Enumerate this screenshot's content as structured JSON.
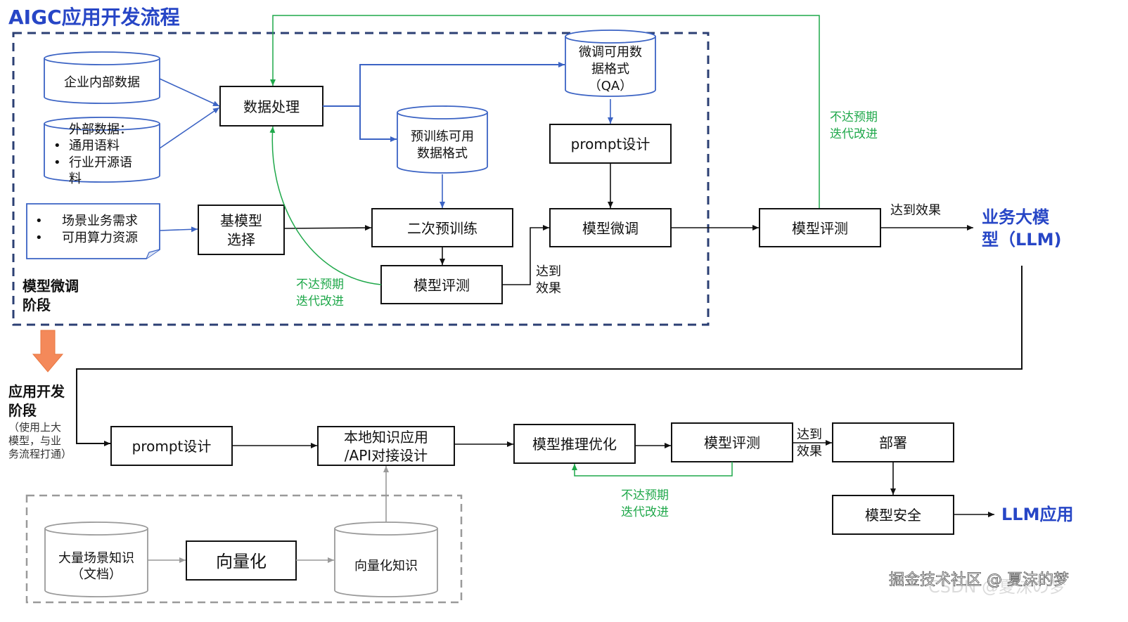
{
  "title": "AIGC应用开发流程",
  "stages": {
    "finetune": [
      "模型微调",
      "阶段"
    ],
    "appdev": [
      "应用开发",
      "阶段"
    ],
    "appdev_note": [
      "（使用上大",
      "模型，与业",
      "务流程打通）"
    ]
  },
  "nodes": {
    "enterprise_data": "企业内部数据",
    "external_data": [
      "外部数据：",
      "通用语料",
      "行业开源语",
      "料"
    ],
    "scene_needs": [
      "场景业务需求",
      "可用算力资源"
    ],
    "data_processing": "数据处理",
    "finetune_format": [
      "微调可用数",
      "据格式",
      "（QA）"
    ],
    "pretrain_format": [
      "预训练可用",
      "数据格式"
    ],
    "prompt_design_1": "prompt设计",
    "base_model": [
      "基模型",
      "选择"
    ],
    "second_pretrain": "二次预训练",
    "model_finetune": "模型微调",
    "model_eval_1": "模型评测",
    "model_eval_2": "模型评测",
    "business_llm": [
      "业务大模",
      "型（LLM)"
    ],
    "prompt_design_2": "prompt设计",
    "local_knowledge": [
      "本地知识应用",
      "/API对接设计"
    ],
    "inference_opt": "模型推理优化",
    "model_eval_3": "模型评测",
    "deploy": "部署",
    "model_security": "模型安全",
    "llm_app": "LLM应用",
    "scene_knowledge": [
      "大量场景知识",
      "（文档）"
    ],
    "vectorize": "向量化",
    "vector_knowledge": "向量化知识"
  },
  "labels": {
    "reach_effect": "达到效果",
    "reach_effect_split": [
      "达到",
      "效果"
    ],
    "not_expected": [
      "不达预期",
      "迭代改进"
    ]
  },
  "watermark": "掘金技术社区 @ 夏沫的梦",
  "watermark_back": "CSDN @夏沫の梦",
  "colors": {
    "title_blue": "#2746c6",
    "green": "#1fa84a",
    "arrow_blue": "#3b63c4"
  }
}
